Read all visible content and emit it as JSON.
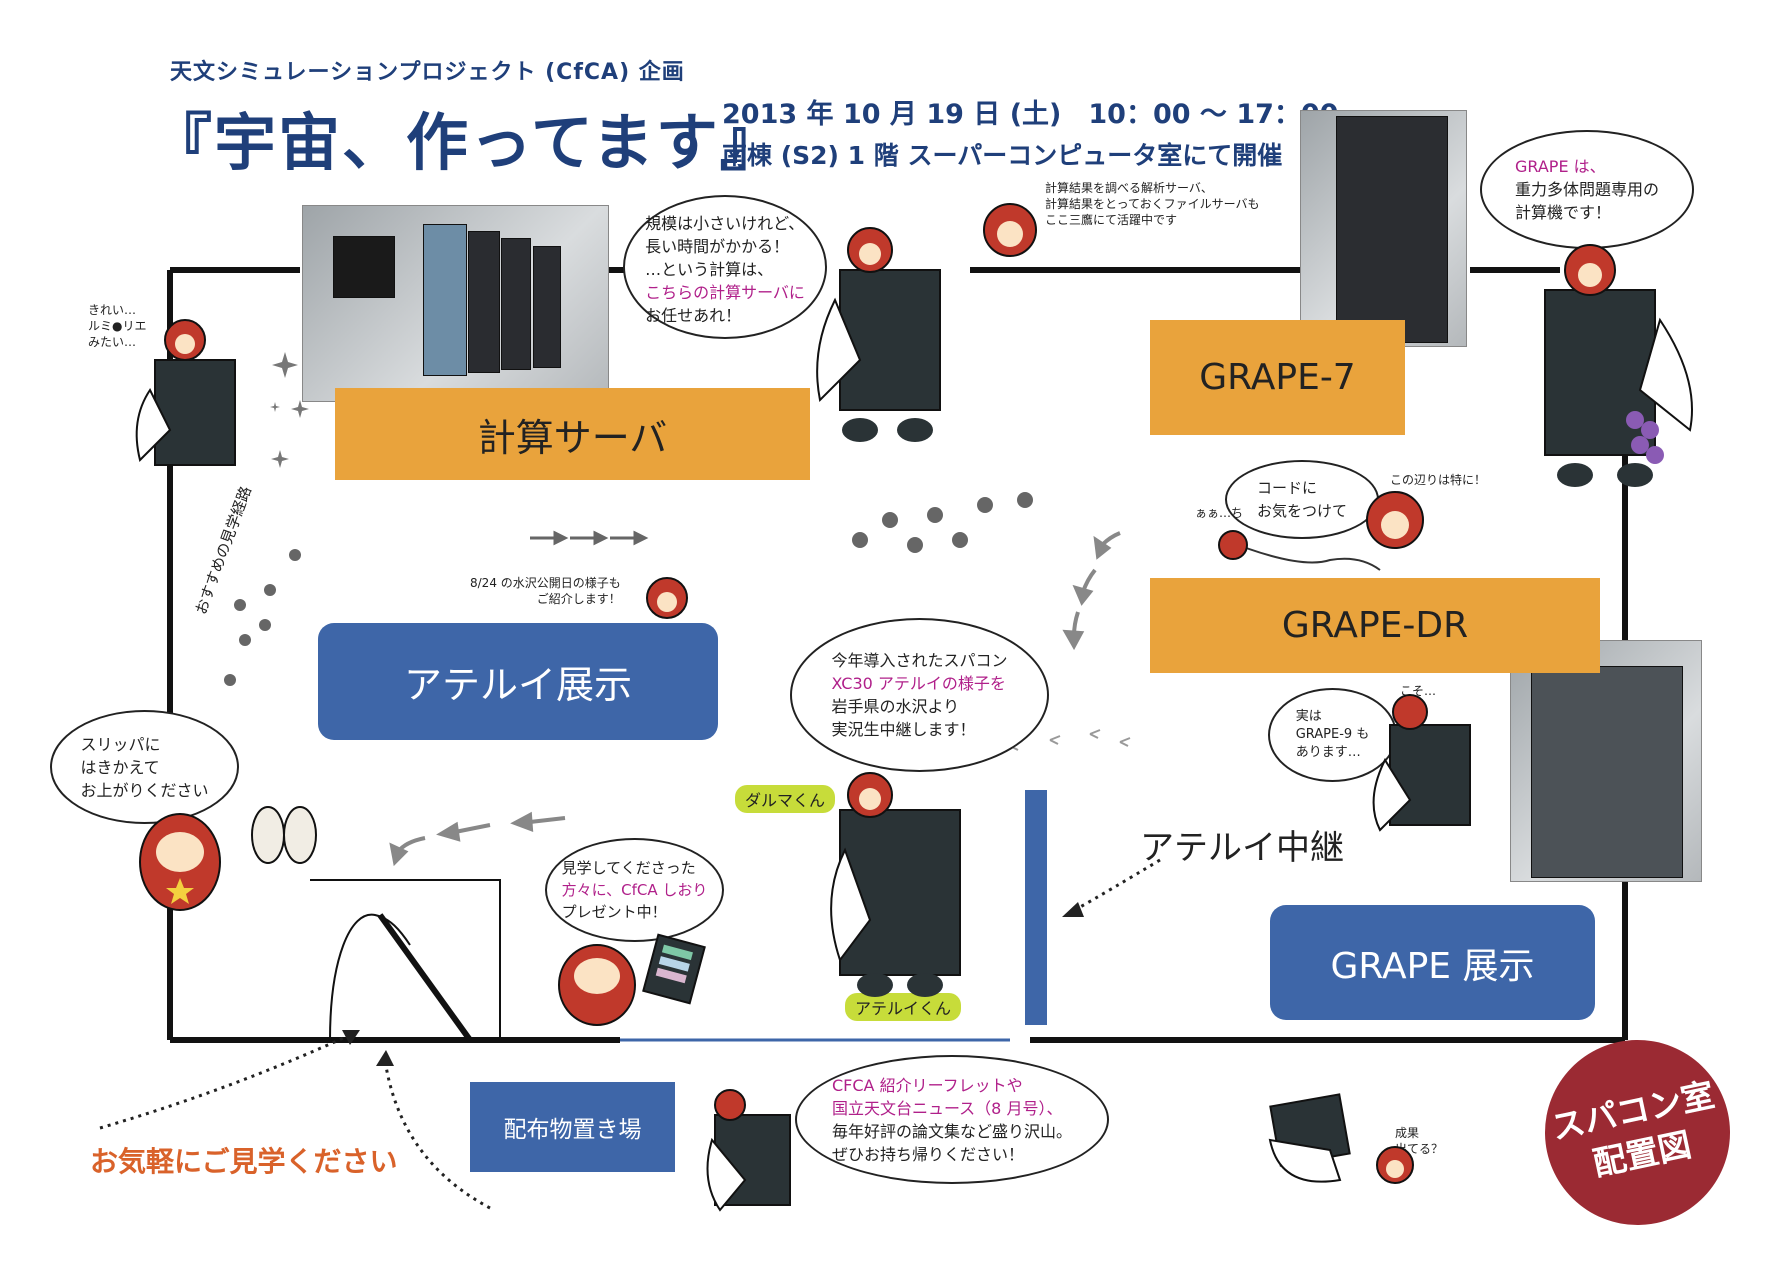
{
  "header": {
    "subtitle": "天文シミュレーションプロジェクト (CfCA) 企画",
    "title": "『宇宙、作ってます』",
    "date_line": "2013 年 10 月 19 日 (土)　10：00 ～ 17：00",
    "venue_line": "南棟 (S2) 1 階 スーパーコンピュータ室にて開催"
  },
  "zones": {
    "compute_server": "計算サーバ",
    "grape7": "GRAPE-7",
    "grape_dr": "GRAPE-DR",
    "aterui_exhibit": "アテルイ展示",
    "grape_exhibit": "GRAPE 展示",
    "aterui_relay": "アテルイ中継",
    "handout_area": "配布物置き場"
  },
  "bubbles": {
    "compute": [
      "規模は小さいけれど、",
      "長い時間がかかる！",
      "…という計算は、",
      "こちらの計算サーバに",
      "お任せあれ！"
    ],
    "server_note": [
      "計算結果を調べる解析サーバ、",
      "計算結果をとっておくファイルサーバも",
      "ここ三鷹にて活躍中です"
    ],
    "grape": [
      "GRAPE は、",
      "重力多体問題専用の",
      "計算機です！"
    ],
    "pretty": [
      "きれい…",
      "ルミ●リエ",
      "みたい…"
    ],
    "code": [
      "コードに",
      "お気をつけて"
    ],
    "code_side": "この辺りは特に！",
    "ouch": "ぁぁ…ち",
    "aug": [
      "8/24 の水沢公開日の様子も",
      "ご紹介します！"
    ],
    "aterui": [
      "今年導入されたスパコン",
      "XC30 アテルイの様子を",
      "岩手県の水沢より",
      "実況生中継します！"
    ],
    "grape9": [
      "実は",
      "GRAPE-9 も",
      "あります…"
    ],
    "koso": "こそ…",
    "slipper": [
      "スリッパに",
      "はきかえて",
      "お上がりください"
    ],
    "bookmark": [
      "見学してくださった",
      "方々に、CfCA しおり",
      "プレゼント中！"
    ],
    "handout": [
      "CFCA 紹介リーフレットや",
      "国立天文台ニュース（8 月号）、",
      "毎年好評の論文集など盛り沢山。",
      "ぜひお持ち帰りください！"
    ],
    "result": [
      "成果",
      "出てる？"
    ],
    "route": "おすすめの見学経路"
  },
  "labels": {
    "daruma": "ダルマくん",
    "aterui_kun": "アテルイくん",
    "welcome": "お気軽にご見学ください",
    "badge": [
      "スパコン室",
      "配置図"
    ]
  },
  "colors": {
    "title_blue": "#1f3f7a",
    "zone_orange": "#e9a33c",
    "zone_blue": "#3e66a8",
    "badge_red": "#9b2a33",
    "welcome_orange": "#d9622a",
    "highlight_pink": "#b0208a",
    "label_green": "#c7dc3a"
  }
}
